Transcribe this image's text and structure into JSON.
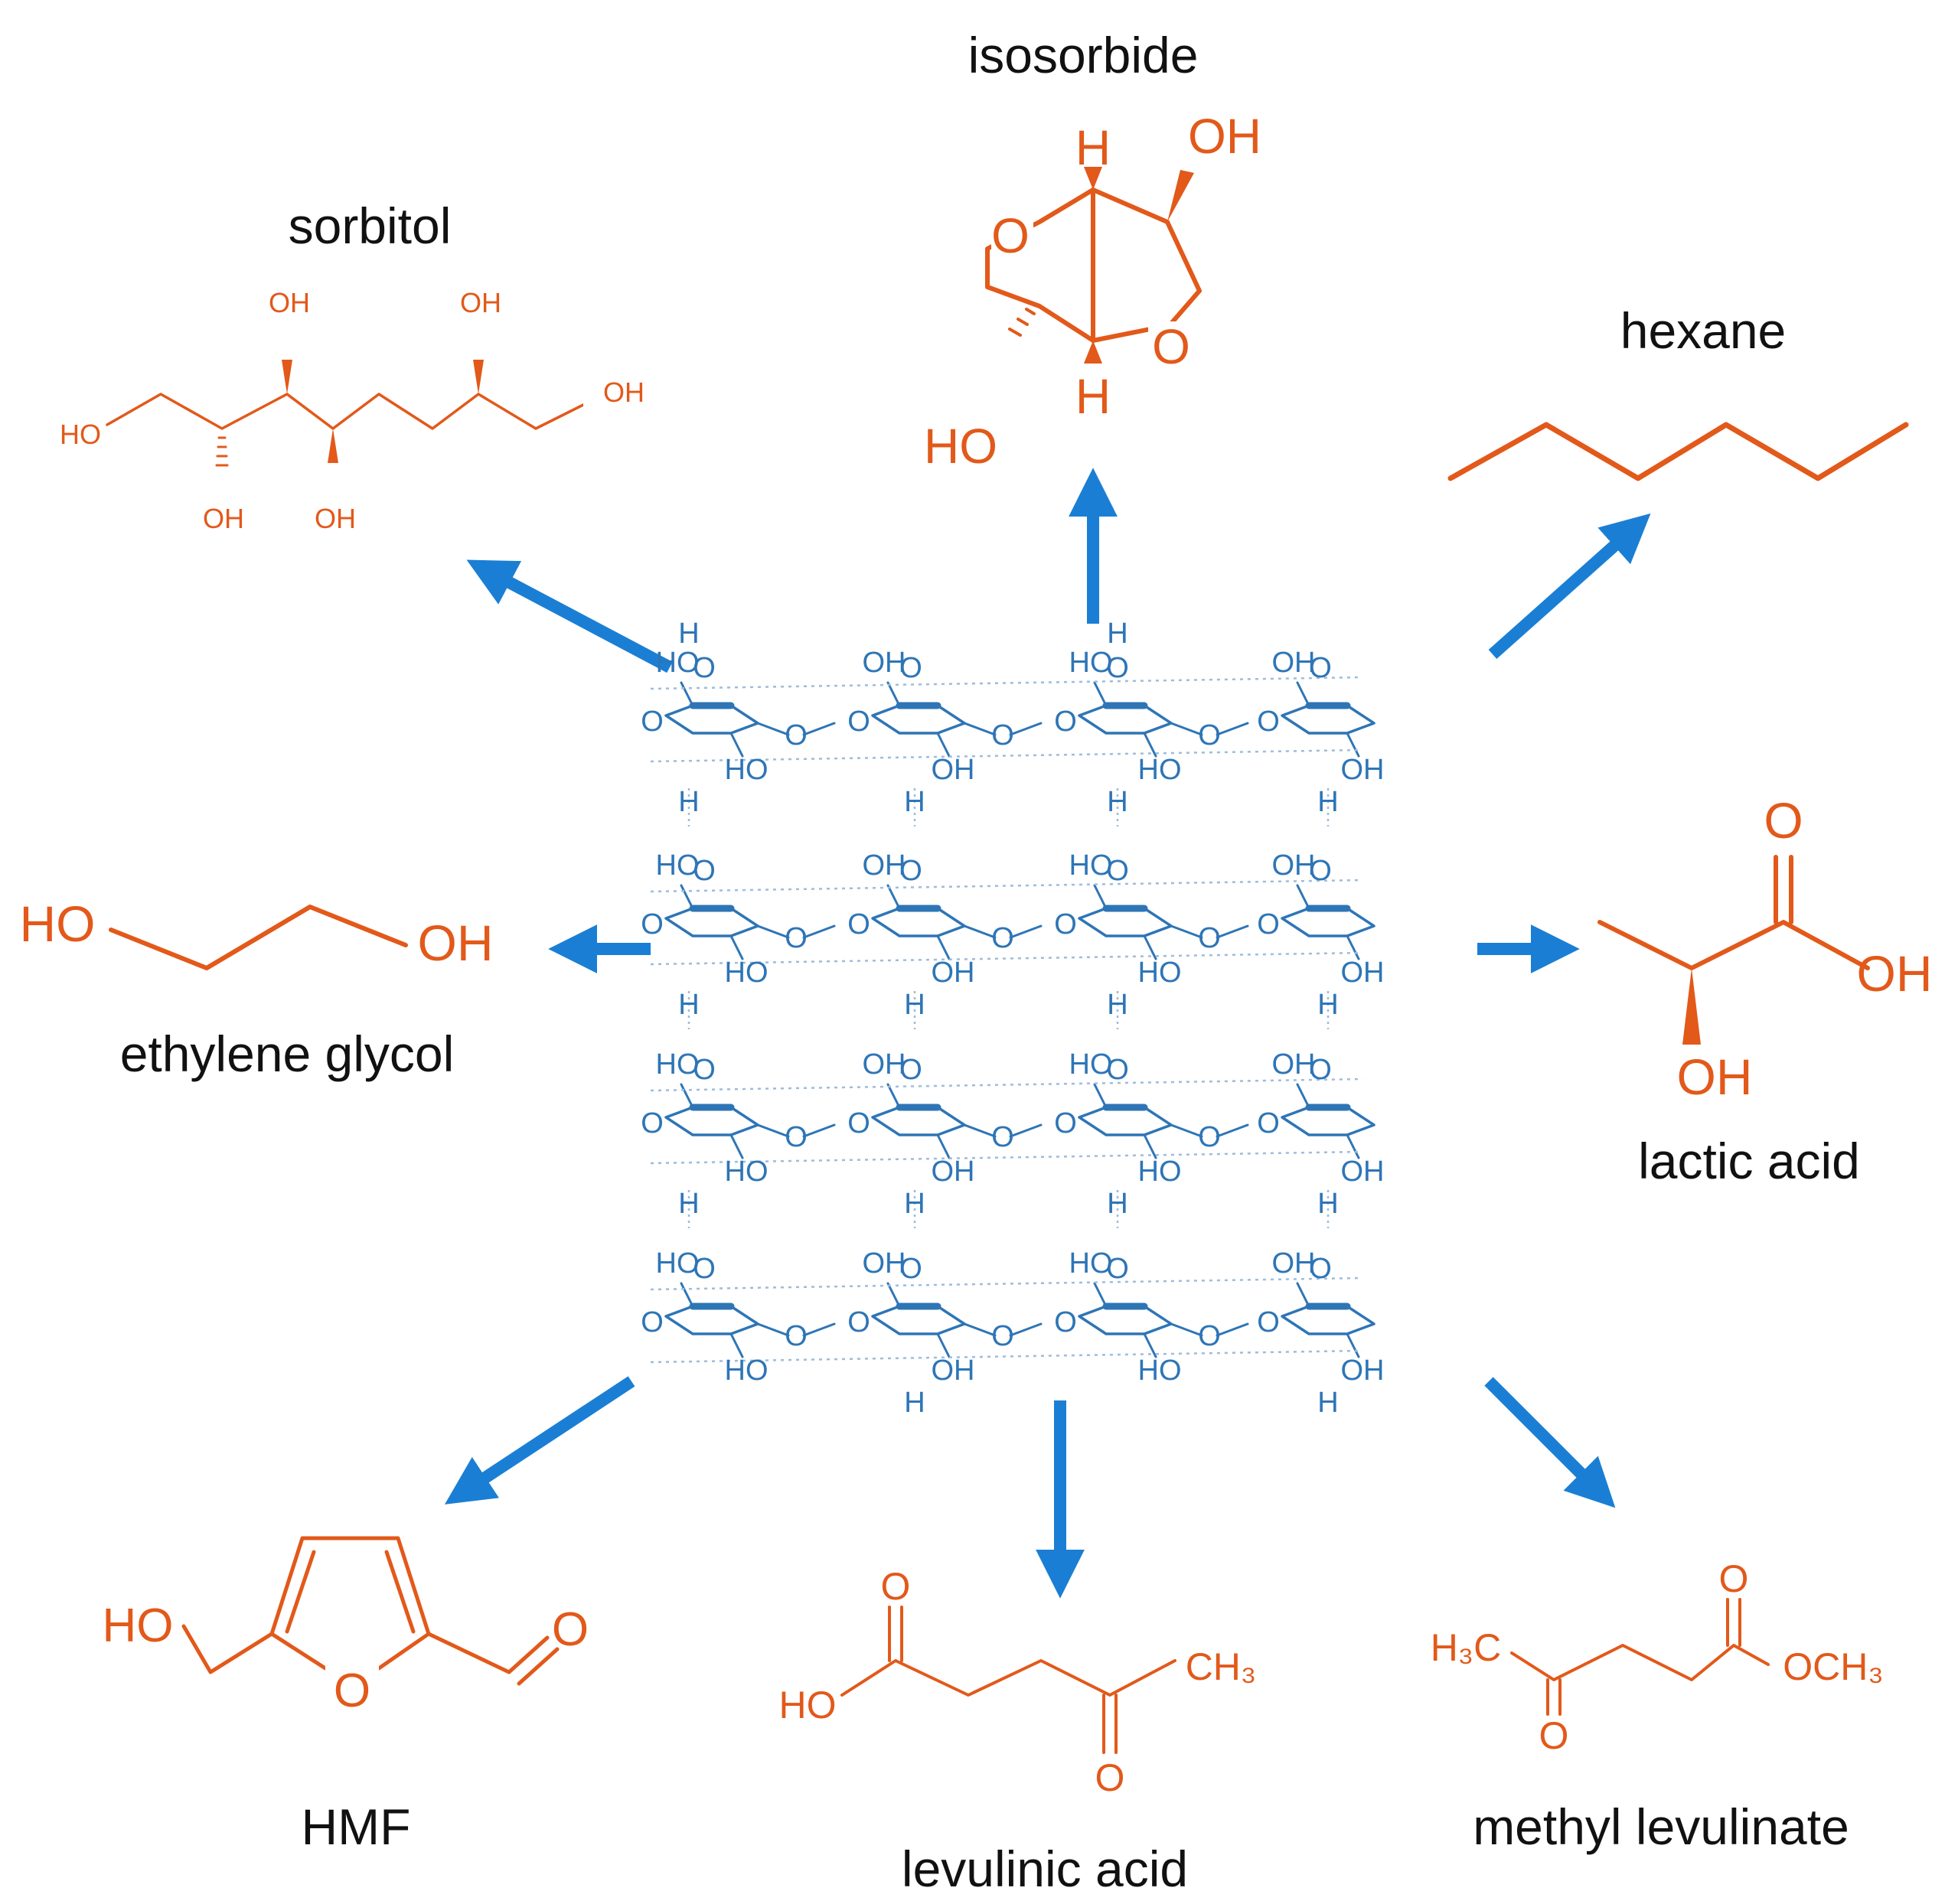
{
  "products": {
    "isosorbide": "isosorbide",
    "sorbitol": "sorbitol",
    "hexane": "hexane",
    "ethylene_glycol": "ethylene glycol",
    "lactic_acid": "lactic acid",
    "hmf": "HMF",
    "levulinic_acid": "levulinic acid",
    "methyl_levulinate": "methyl levulinate"
  },
  "atoms": {
    "OH": "OH",
    "HO": "HO",
    "H": "H",
    "O": "O",
    "CH3": "CH₃",
    "H3C": "H₃C",
    "OCH3": "OCH₃"
  },
  "colors": {
    "product": "#e2591a",
    "cellulose": "#2e75b6",
    "arrow": "#1a7fd4",
    "label": "#111111"
  },
  "center": "cellulose-sheet"
}
